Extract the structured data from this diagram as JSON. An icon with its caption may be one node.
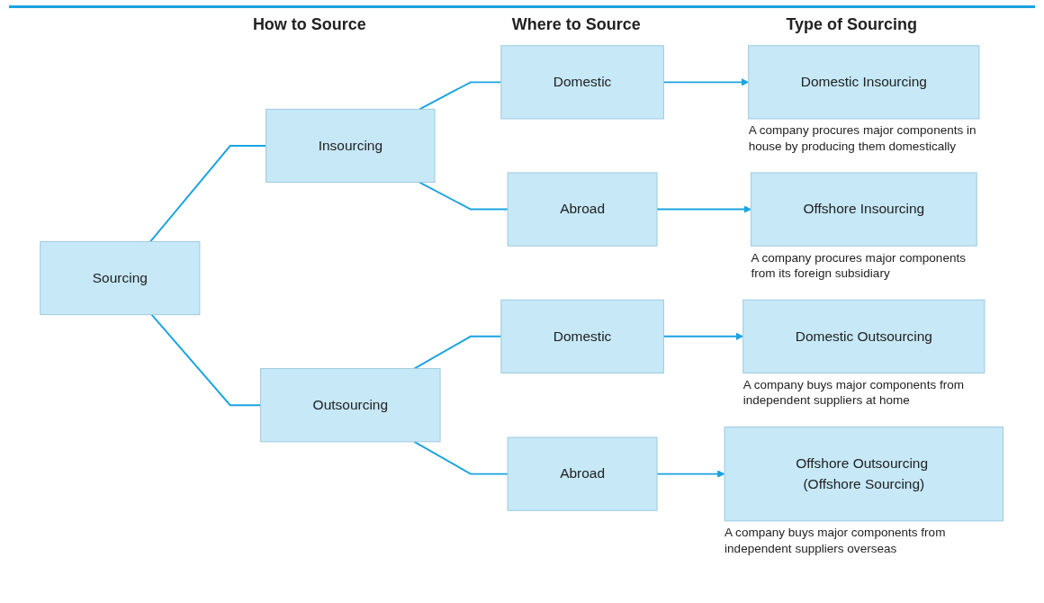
{
  "diagram": {
    "nodes": [
      {
        "text": [
          "Sourcing"
        ]
      },
      {
        "text": [
          "Insourcing"
        ]
      },
      {
        "text": [
          "Outsourcing"
        ]
      },
      {
        "text": [
          "Domestic"
        ]
      },
      {
        "text": [
          "Abroad"
        ]
      },
      {
        "text": [
          "Domestic"
        ]
      },
      {
        "text": [
          "Abroad"
        ]
      },
      {
        "text": [
          "Domestic Insourcing"
        ],
        "beside": [
          "A company procures major components in house by producing them domestically"
        ]
      },
      {
        "text": [
          "Offshore Insourcing"
        ],
        "beside": [
          "A company procures major components from its foreign subsidiary"
        ]
      },
      {
        "text": [
          "Domestic Outsourcing"
        ],
        "beside": [
          "A company buys major components from independent suppliers at home"
        ]
      },
      {
        "text": [
          "Offshore Outsourcing (Offshore Sourcing)"
        ],
        "beside": [
          "A company buys major components from independent suppliers overseas"
        ]
      }
    ],
    "edges": [
      {
        "from": 0,
        "to": 1,
        "arrow": "none"
      },
      {
        "from": 0,
        "to": 2,
        "arrow": "none"
      },
      {
        "from": 1,
        "to": 3,
        "arrow": "none"
      },
      {
        "from": 1,
        "to": 4,
        "arrow": "none"
      },
      {
        "from": 2,
        "to": 5,
        "arrow": "none"
      },
      {
        "from": 2,
        "to": 6,
        "arrow": "none"
      },
      {
        "from": 3,
        "to": 7,
        "arrow": "to"
      },
      {
        "from": 4,
        "to": 8,
        "arrow": "to"
      },
      {
        "from": 5,
        "to": 9,
        "arrow": "to"
      },
      {
        "from": 6,
        "to": 10,
        "arrow": "to"
      }
    ],
    "labels": [
      "How to Source",
      "Where to Source",
      "Type of Sourcing"
    ]
  }
}
